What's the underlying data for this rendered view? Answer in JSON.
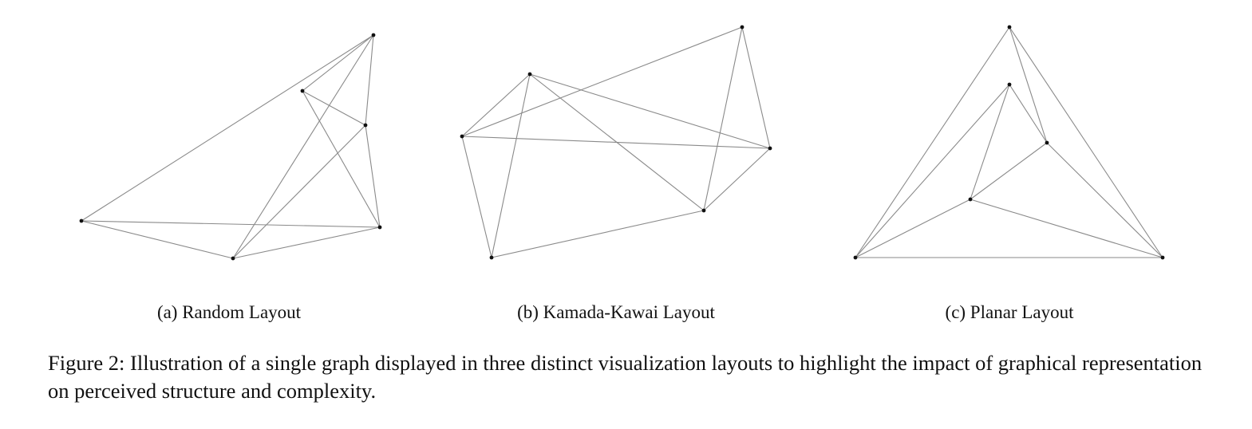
{
  "figure": {
    "subfigures": [
      {
        "id": "random",
        "caption": "(a) Random Layout"
      },
      {
        "id": "kamada-kawai",
        "caption": "(b) Kamada-Kawai Layout"
      },
      {
        "id": "planar",
        "caption": "(c) Planar Layout"
      }
    ],
    "caption": "Figure 2: Illustration of a single graph displayed in three distinct visualization layouts to highlight the impact of graphical representation on perceived structure and complexity."
  },
  "graph": {
    "node_count": 6,
    "edges": [
      [
        0,
        1
      ],
      [
        0,
        2
      ],
      [
        0,
        3
      ],
      [
        0,
        4
      ],
      [
        1,
        2
      ],
      [
        1,
        5
      ],
      [
        2,
        4
      ],
      [
        2,
        5
      ],
      [
        3,
        4
      ],
      [
        3,
        5
      ],
      [
        4,
        5
      ]
    ]
  },
  "colors": {
    "edge": "#8a8a8a",
    "node": "#111111",
    "text": "#111111"
  }
}
